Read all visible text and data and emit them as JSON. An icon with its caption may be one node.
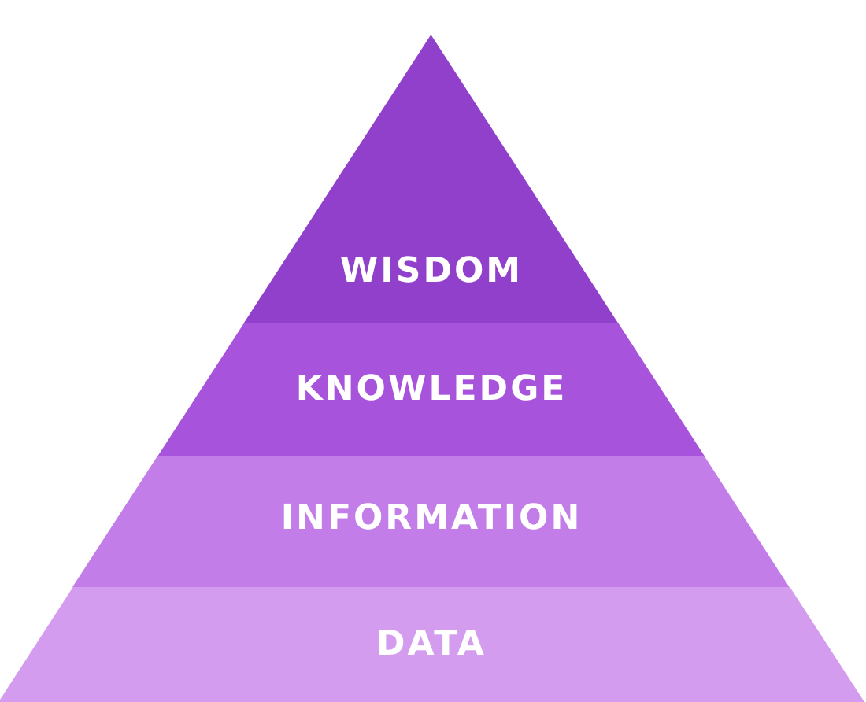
{
  "diagram": {
    "nodes": [
      {
        "text": [
          "WISDOM"
        ]
      },
      {
        "text": [
          "KNOWLEDGE"
        ]
      },
      {
        "text": [
          "INFORMATION"
        ]
      },
      {
        "text": [
          "DATA"
        ]
      }
    ]
  }
}
